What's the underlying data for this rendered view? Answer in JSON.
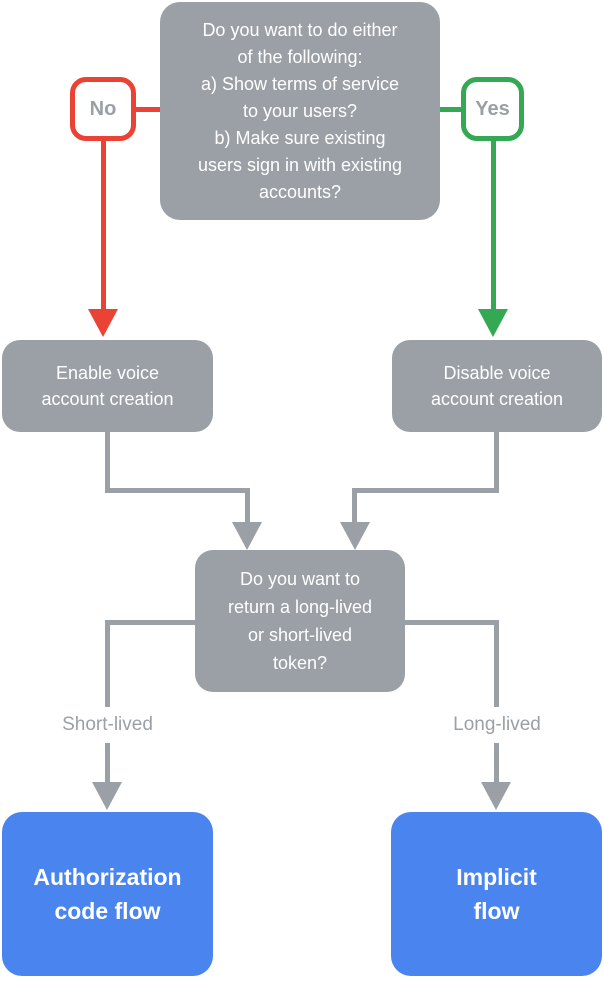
{
  "colors": {
    "node_gray": "#9AA0A6",
    "connector_gray": "#9AA0A6",
    "red": "#EA4335",
    "green": "#34A853",
    "blue": "#4A84EE",
    "text_on_node": "#FFFFFF",
    "muted_text": "#9AA0A6",
    "background": "#FFFFFF"
  },
  "flowchart": {
    "question_terms": "Do you want to do either\nof the following:\na) Show terms of service\nto your users?\nb) Make sure existing\nusers sign in with existing\naccounts?",
    "no_label": "No",
    "yes_label": "Yes",
    "enable_voice": "Enable voice\naccount creation",
    "disable_voice": "Disable voice\naccount creation",
    "question_token": "Do you want to\nreturn a long-lived\nor short-lived\ntoken?",
    "short_lived_label": "Short-lived",
    "long_lived_label": "Long-lived",
    "authorization_code": "Authorization\ncode flow",
    "implicit_flow": "Implicit\nflow"
  }
}
